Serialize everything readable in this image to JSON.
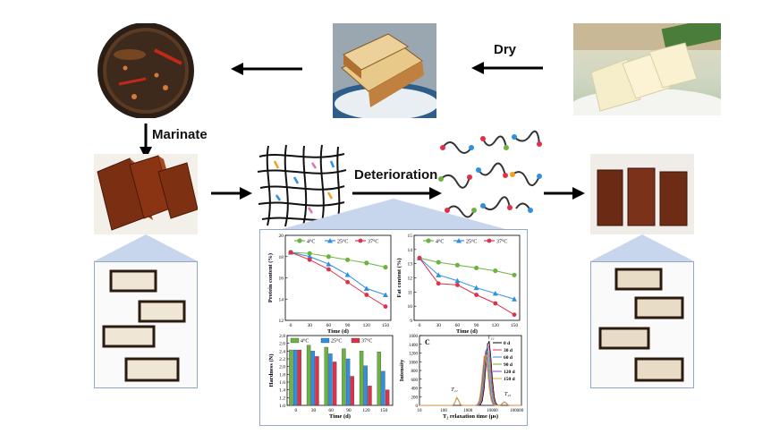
{
  "labels": {
    "dry": "Dry",
    "marinate": "Marinate",
    "deterioration": "Deterioration"
  },
  "colors": {
    "c4": "#6db33f",
    "c25": "#2f8fe0",
    "c37": "#e0304a"
  },
  "legend": [
    "4°C",
    "25°C",
    "37°C"
  ],
  "chart_data": [
    {
      "type": "line",
      "ylabel": "Protein content (%)",
      "xlabel": "Time (d)",
      "x": [
        0,
        30,
        60,
        90,
        120,
        150
      ],
      "ylim": [
        12,
        20
      ],
      "yticks": [
        12,
        14,
        16,
        18,
        20
      ],
      "series": [
        {
          "name": "4°C",
          "values": [
            18.4,
            18.3,
            18.0,
            17.7,
            17.4,
            17.0
          ]
        },
        {
          "name": "25°C",
          "values": [
            18.4,
            18.0,
            17.3,
            16.3,
            15.0,
            14.4
          ]
        },
        {
          "name": "37°C",
          "values": [
            18.4,
            17.7,
            16.8,
            15.6,
            14.4,
            13.3
          ]
        }
      ]
    },
    {
      "type": "line",
      "ylabel": "Fat content (%)",
      "xlabel": "Time (d)",
      "x": [
        0,
        30,
        60,
        90,
        120,
        150
      ],
      "ylim": [
        9,
        15
      ],
      "yticks": [
        9,
        10,
        11,
        12,
        13,
        14,
        15
      ],
      "series": [
        {
          "name": "4°C",
          "values": [
            13.4,
            13.1,
            12.9,
            12.7,
            12.5,
            12.2
          ]
        },
        {
          "name": "25°C",
          "values": [
            13.4,
            12.2,
            11.8,
            11.3,
            10.9,
            10.5
          ]
        },
        {
          "name": "37°C",
          "values": [
            13.4,
            11.6,
            11.5,
            10.8,
            10.2,
            9.4
          ]
        }
      ]
    },
    {
      "type": "bar",
      "ylabel": "Hardness (N)",
      "xlabel": "Time (d)",
      "categories": [
        "0",
        "30",
        "60",
        "90",
        "120",
        "150"
      ],
      "ylim": [
        1.0,
        2.8
      ],
      "yticks": [
        1.0,
        1.2,
        1.4,
        1.6,
        1.8,
        2.0,
        2.2,
        2.4,
        2.6,
        2.8
      ],
      "series": [
        {
          "name": "4°C",
          "values": [
            2.43,
            2.55,
            2.5,
            2.46,
            2.4,
            2.38
          ]
        },
        {
          "name": "25°C",
          "values": [
            2.43,
            2.4,
            2.33,
            2.2,
            2.02,
            1.88
          ]
        },
        {
          "name": "37°C",
          "values": [
            2.43,
            2.26,
            2.12,
            1.75,
            1.5,
            1.4
          ]
        }
      ]
    },
    {
      "type": "line",
      "panel_label": "C",
      "ylabel": "Intensity",
      "xlabel": "T₂ relaxation time (μs)",
      "xticks": [
        "10",
        "100",
        "1000",
        "10000",
        "100000"
      ],
      "ylim": [
        0,
        1600
      ],
      "yticks": [
        0,
        200,
        400,
        600,
        800,
        1000,
        1200,
        1400,
        1600
      ],
      "series_names": [
        "0 d",
        "30 d",
        "60 d",
        "90 d",
        "120 d",
        "150 d"
      ],
      "series_colors": [
        "#000000",
        "#e0304a",
        "#2f8fe0",
        "#6db33f",
        "#8a3fd0",
        "#f0a020"
      ],
      "peak_heights": [
        1500,
        1450,
        1380,
        1300,
        1250,
        1200
      ],
      "peak_labels": [
        "T₂₁",
        "T₂₂",
        "T₂₃"
      ]
    }
  ]
}
